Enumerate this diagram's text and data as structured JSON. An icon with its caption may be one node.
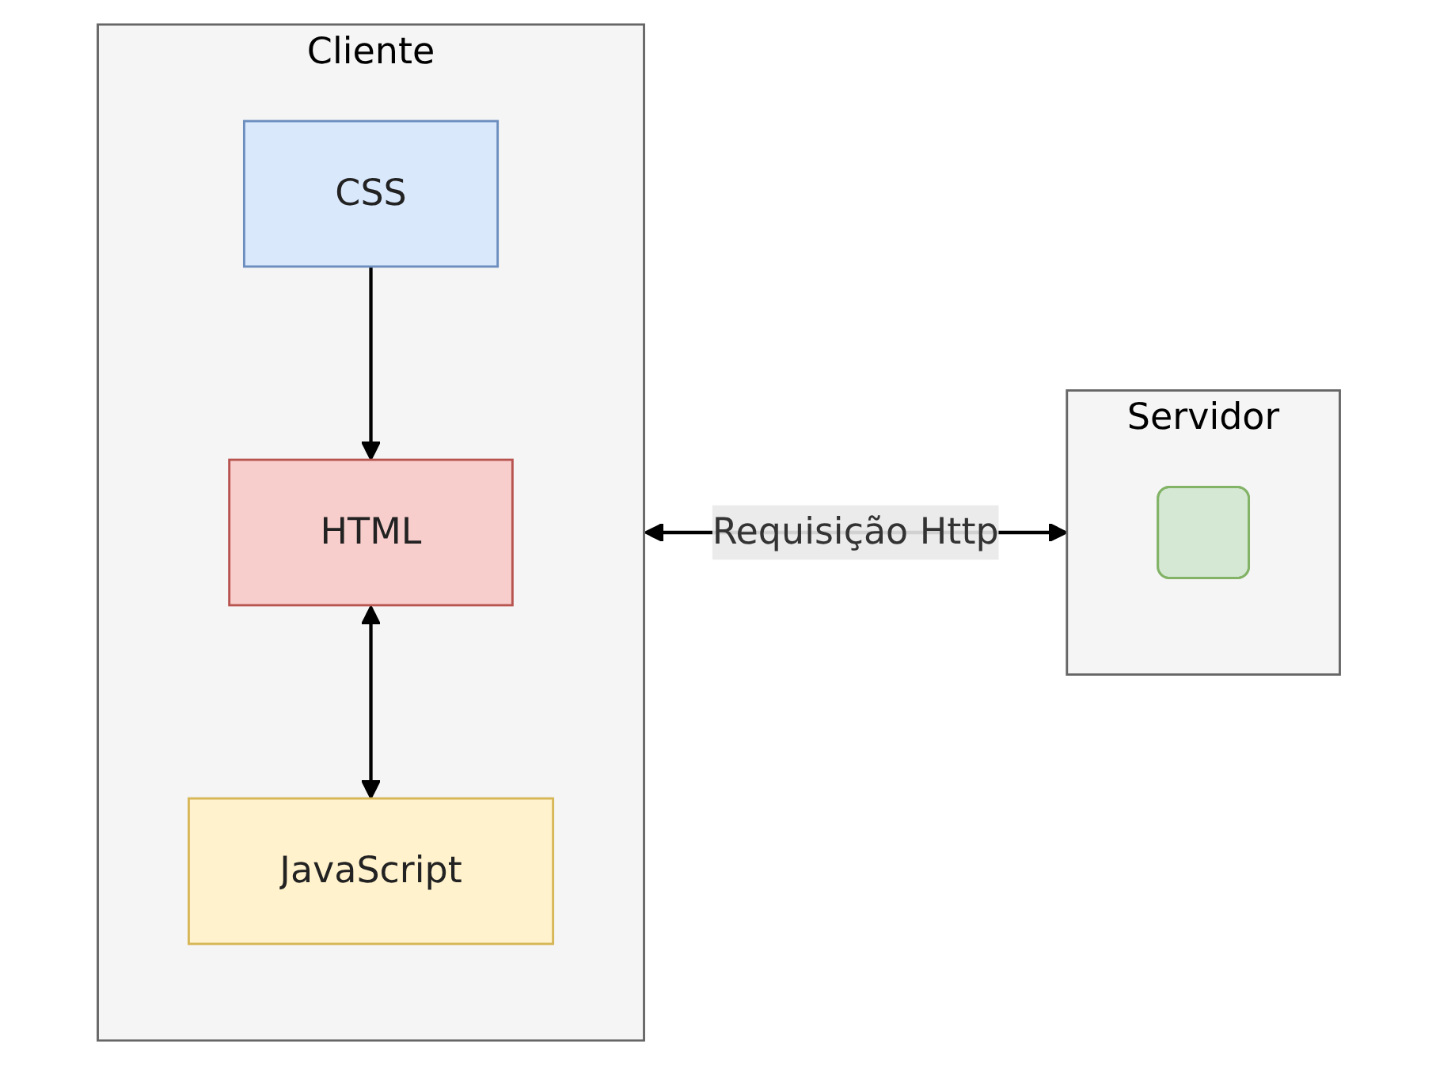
{
  "diagram": {
    "nodes": [
      {
        "text": [
          "Cliente"
        ]
      },
      {
        "text": [
          "CSS"
        ],
        "in": 0
      },
      {
        "text": [
          "HTML"
        ],
        "in": 0
      },
      {
        "text": [
          "JavaScript"
        ],
        "in": 0
      },
      {
        "text": [
          "Servidor"
        ]
      },
      {
        "text": [],
        "shape": "box",
        "in": 4
      }
    ],
    "edges": [
      {
        "from": 1,
        "to": 2,
        "arrow": "to"
      },
      {
        "from": 2,
        "to": 3,
        "arrow": "both"
      },
      {
        "from": 0,
        "to": 4,
        "arrow": "both",
        "label": "Requisição Http"
      }
    ]
  }
}
